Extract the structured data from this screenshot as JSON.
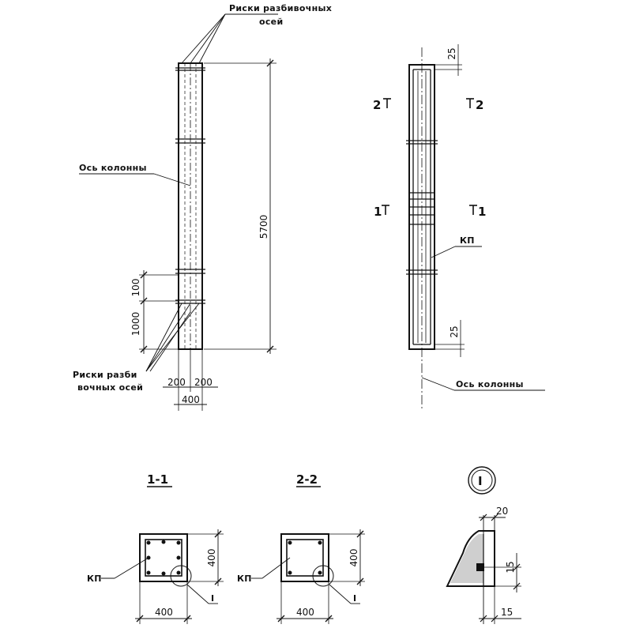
{
  "labels": {
    "risk_axes_top": [
      "Риски разбивочных",
      "осей"
    ],
    "column_axis_left": "Ось колонны",
    "risk_axes_bottom": [
      "Риски разби",
      "вочных осей"
    ],
    "column_axis_right": "Ось колонны",
    "kp_elevation": "КП",
    "kp_section_1": "КП",
    "kp_section_2": "КП",
    "node_mark_1": "I",
    "node_mark_2": "I",
    "node_title": "I"
  },
  "dimensions": {
    "height": "5700",
    "dim_100": "100",
    "dim_1000": "1000",
    "half_left": "200",
    "half_right": "200",
    "width_400_elev": "400",
    "top_25": "25",
    "bottom_25": "25",
    "sec1_h": "400",
    "sec1_w": "400",
    "sec2_h": "400",
    "sec2_w": "400",
    "node_20": "20",
    "node_15a": "15",
    "node_15b": "15"
  },
  "section_marks": {
    "cut_2_left": "2",
    "cut_2_right": "2",
    "cut_1_left": "1",
    "cut_1_right": "1"
  },
  "section_titles": {
    "s1": "1-1",
    "s2": "2-2"
  }
}
